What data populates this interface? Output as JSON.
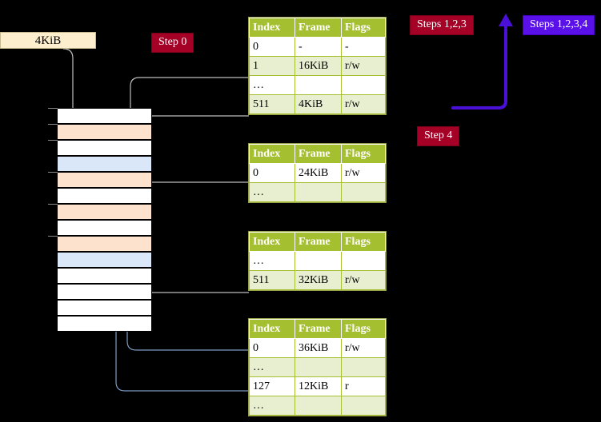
{
  "diagram": {
    "title_hidden": "",
    "size_box": {
      "label": "4KiB"
    },
    "badges": [
      {
        "name": "step-0",
        "label": "Step 0",
        "color": "#a50026",
        "style": "red"
      },
      {
        "name": "steps-123",
        "label": "Steps 1,2,3",
        "color": "#a50026",
        "style": "red"
      },
      {
        "name": "steps-1234",
        "label": "Steps 1,2,3,4",
        "color": "#5a10e8",
        "style": "blue"
      },
      {
        "name": "step-4",
        "label": "Step 4",
        "color": "#a50026",
        "style": "red"
      }
    ],
    "columns": [
      "Index",
      "Frame",
      "Flags"
    ],
    "tables": [
      {
        "name": "pml4-table",
        "rows": [
          {
            "index": "0",
            "frame": "-",
            "flags": "-",
            "shade": "plain",
            "highlight": false
          },
          {
            "index": "1",
            "frame": "16KiB",
            "flags": "r/w",
            "shade": "alt",
            "highlight": false
          },
          {
            "index": "…",
            "frame": "",
            "flags": "",
            "shade": "plain",
            "highlight": false
          },
          {
            "index": "511",
            "frame": "4KiB",
            "flags": "r/w",
            "shade": "alt",
            "highlight": true
          }
        ]
      },
      {
        "name": "pdpt-table",
        "rows": [
          {
            "index": "0",
            "frame": "24KiB",
            "flags": "r/w",
            "shade": "plain",
            "highlight": false
          },
          {
            "index": "…",
            "frame": "",
            "flags": "",
            "shade": "alt",
            "highlight": false
          }
        ]
      },
      {
        "name": "pd-table",
        "rows": [
          {
            "index": "…",
            "frame": "",
            "flags": "",
            "shade": "plain",
            "highlight": false
          },
          {
            "index": "511",
            "frame": "32KiB",
            "flags": "r/w",
            "shade": "alt",
            "highlight": false
          }
        ]
      },
      {
        "name": "pt-table",
        "rows": [
          {
            "index": "0",
            "frame": "36KiB",
            "flags": "r/w",
            "shade": "plain",
            "highlight": false
          },
          {
            "index": "…",
            "frame": "",
            "flags": "",
            "shade": "alt",
            "highlight": false
          },
          {
            "index": "127",
            "frame": "12KiB",
            "flags": "r",
            "shade": "plain",
            "highlight": false
          },
          {
            "index": "…",
            "frame": "",
            "flags": "",
            "shade": "alt",
            "highlight": false
          }
        ]
      }
    ],
    "memory_column": {
      "name": "physical-memory-column",
      "frames": [
        {
          "fill": "white"
        },
        {
          "fill": "orange"
        },
        {
          "fill": "white"
        },
        {
          "fill": "blue"
        },
        {
          "fill": "orange"
        },
        {
          "fill": "white"
        },
        {
          "fill": "orange"
        },
        {
          "fill": "white"
        },
        {
          "fill": "orange"
        },
        {
          "fill": "blue"
        },
        {
          "fill": "white"
        },
        {
          "fill": "white"
        },
        {
          "fill": "white"
        },
        {
          "fill": "white"
        }
      ]
    },
    "colors": {
      "table_header": "#a4bf2f",
      "table_alt_row": "#e8eed0",
      "highlight": "#ffff9e",
      "memory_orange": "#fde2cd",
      "memory_blue": "#d9e7f8",
      "size_box": "#fdeecd",
      "badge_red": "#a50026",
      "badge_blue": "#5a10e8",
      "wire_gray": "#bdbdbd",
      "wire_blue": "#7b9cc4",
      "big_arrow": "#4b10d8",
      "background": "#000000"
    }
  }
}
